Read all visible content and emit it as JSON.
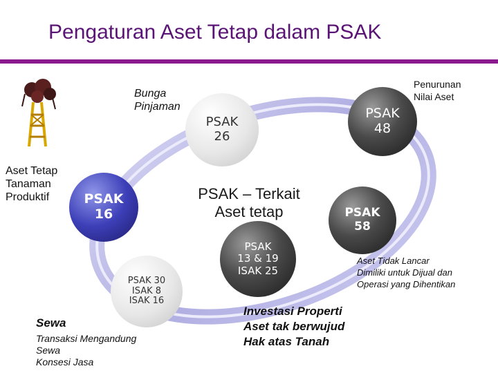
{
  "title": "Pengaturan Aset Tetap dalam PSAK",
  "center": "PSAK – Terkait\nAset tetap",
  "nodes": {
    "psak16": "PSAK\n16",
    "psak26": "PSAK\n26",
    "psak48": "PSAK\n48",
    "psak58": "PSAK\n58",
    "psak13": "PSAK\n13 & 19\nISAK 25",
    "psak30": "PSAK 30\nISAK 8\nISAK 16"
  },
  "labels": {
    "aset_tetap": "Aset Tetap\nTanaman\nProduktif",
    "bunga": "Bunga\nPinjaman",
    "penurunan": "Penurunan\nNilai Aset",
    "aset_tidak_lancar": "Aset Tidak Lancar\nDimiliki untuk Dijual dan\nOperasi yang Dihentikan",
    "investasi": "Investasi Properti\nAset tak berwujud\nHak atas Tanah",
    "sewa": "Sewa",
    "transaksi": "Transaksi Mengandung\nSewa\nKonsesi Jasa"
  },
  "colors": {
    "title": "#5a1475",
    "rule": "#8b1a8f",
    "ring": "#b6b4e6"
  },
  "icons": {
    "oil_derrick": "oil-derrick-icon"
  }
}
